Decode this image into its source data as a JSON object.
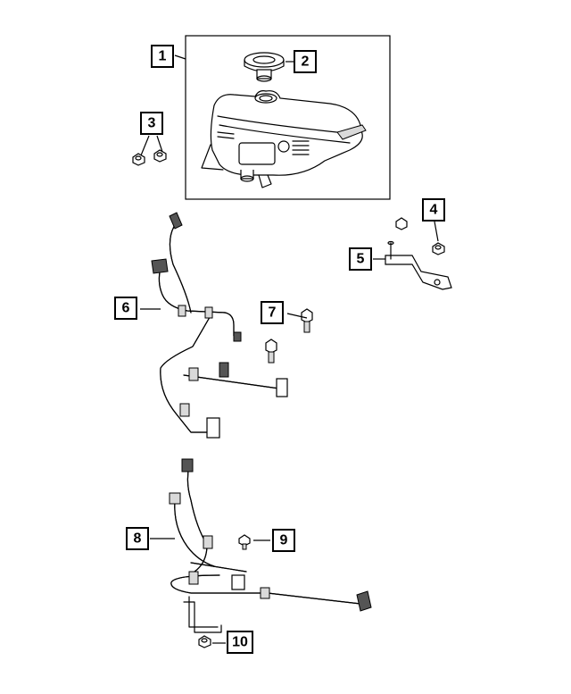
{
  "callouts": [
    {
      "id": "1",
      "label": "1",
      "part": "coolant-reservoir"
    },
    {
      "id": "2",
      "label": "2",
      "part": "pressure-cap"
    },
    {
      "id": "3",
      "label": "3",
      "part": "reservoir-nuts"
    },
    {
      "id": "4",
      "label": "4",
      "part": "bracket-nut"
    },
    {
      "id": "5",
      "label": "5",
      "part": "hose-bracket"
    },
    {
      "id": "6",
      "label": "6",
      "part": "upper-hose-assembly"
    },
    {
      "id": "7",
      "label": "7",
      "part": "studs"
    },
    {
      "id": "8",
      "label": "8",
      "part": "lower-hose-assembly"
    },
    {
      "id": "9",
      "label": "9",
      "part": "bolt"
    },
    {
      "id": "10",
      "label": "10",
      "part": "lower-nut"
    }
  ]
}
